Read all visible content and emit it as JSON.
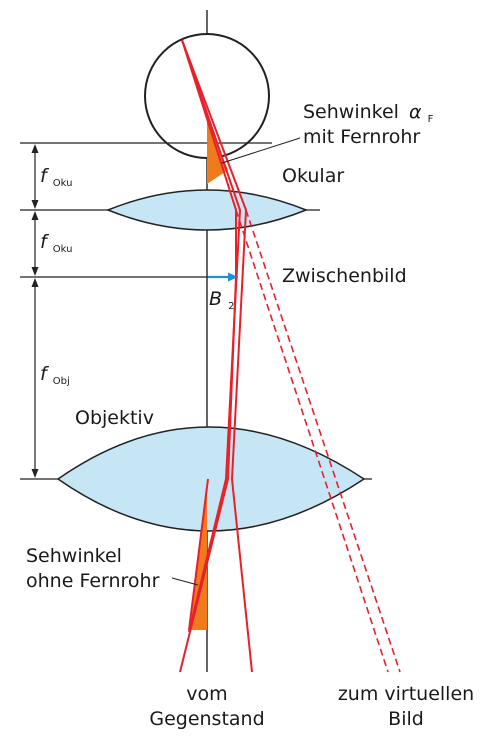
{
  "labels": {
    "sehwinkel_f_line1": "Sehwinkel",
    "sehwinkel_f_alpha": "α",
    "sehwinkel_f_alpha_sub": "F",
    "sehwinkel_f_line2": "mit Fernrohr",
    "okular": "Okular",
    "zwischenbild": "Zwischenbild",
    "objektiv": "Objektiv",
    "sehwinkel_o_line1": "Sehwinkel",
    "sehwinkel_o_line2": "ohne Fernrohr",
    "vom_line1": "vom",
    "vom_line2": "Gegenstand",
    "zum_line1": "zum virtuellen",
    "zum_line2": "Bild",
    "f_oku_1": "f",
    "f_oku_1_sub": "Oku",
    "f_oku_2": "f",
    "f_oku_2_sub": "Oku",
    "f_obj": "f",
    "f_obj_sub": "Obj",
    "b2": "B",
    "b2_sub": "2"
  },
  "colors": {
    "ray": "#e8202a",
    "angle_fill": "#f07a1c",
    "lens_fill": "#c6e6f5",
    "arrow": "#1e90d6",
    "line": "#222222"
  }
}
